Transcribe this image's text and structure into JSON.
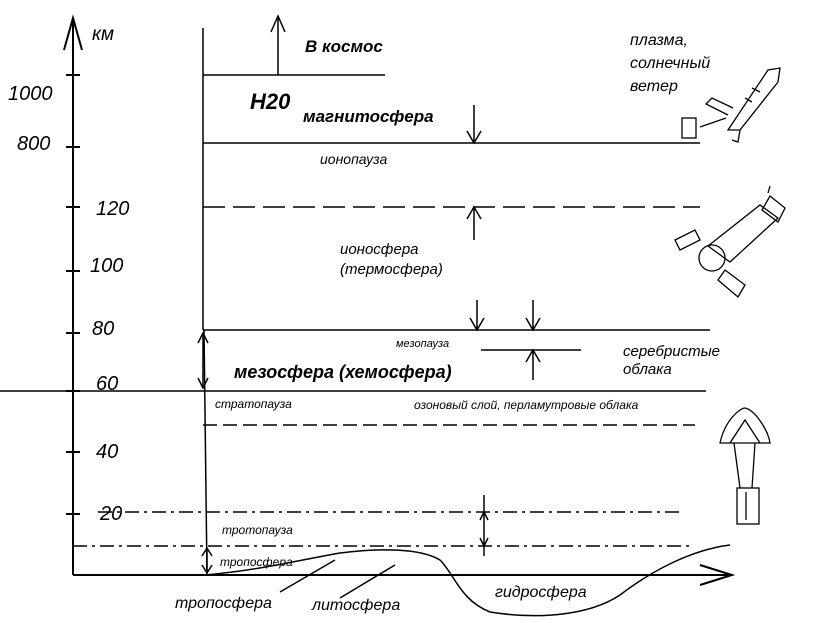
{
  "axis": {
    "unit": "км",
    "ticks": [
      "1000",
      "800",
      "120",
      "100",
      "80",
      "60",
      "40",
      "20"
    ]
  },
  "labels": {
    "to_space": "В космос",
    "h20": "H20",
    "magnetosphere": "магнитосфера",
    "ionopause": "ионопауза",
    "ionosphere_line1": "ионосфера",
    "ionosphere_line2": "(термосфера)",
    "mesopause": "мезопауза",
    "mesosphere": "мезосфера (хемосфера)",
    "stratopause": "стратопауза",
    "ozone": "озоновый слой, перламутровые облака",
    "tropopause": "тротопауза",
    "troposphere_small": "тропосфера",
    "troposphere": "тропосфера",
    "lithosphere": "литосфера",
    "hydrosphere": "гидросфера",
    "plasma_line1": "плазма,",
    "plasma_line2": "солнечный",
    "plasma_line3": "ветер",
    "clouds_line1": "серебристые",
    "clouds_line2": "облака"
  },
  "icons": [
    "rocket-icon",
    "satellite-icon",
    "parachute-icon"
  ]
}
